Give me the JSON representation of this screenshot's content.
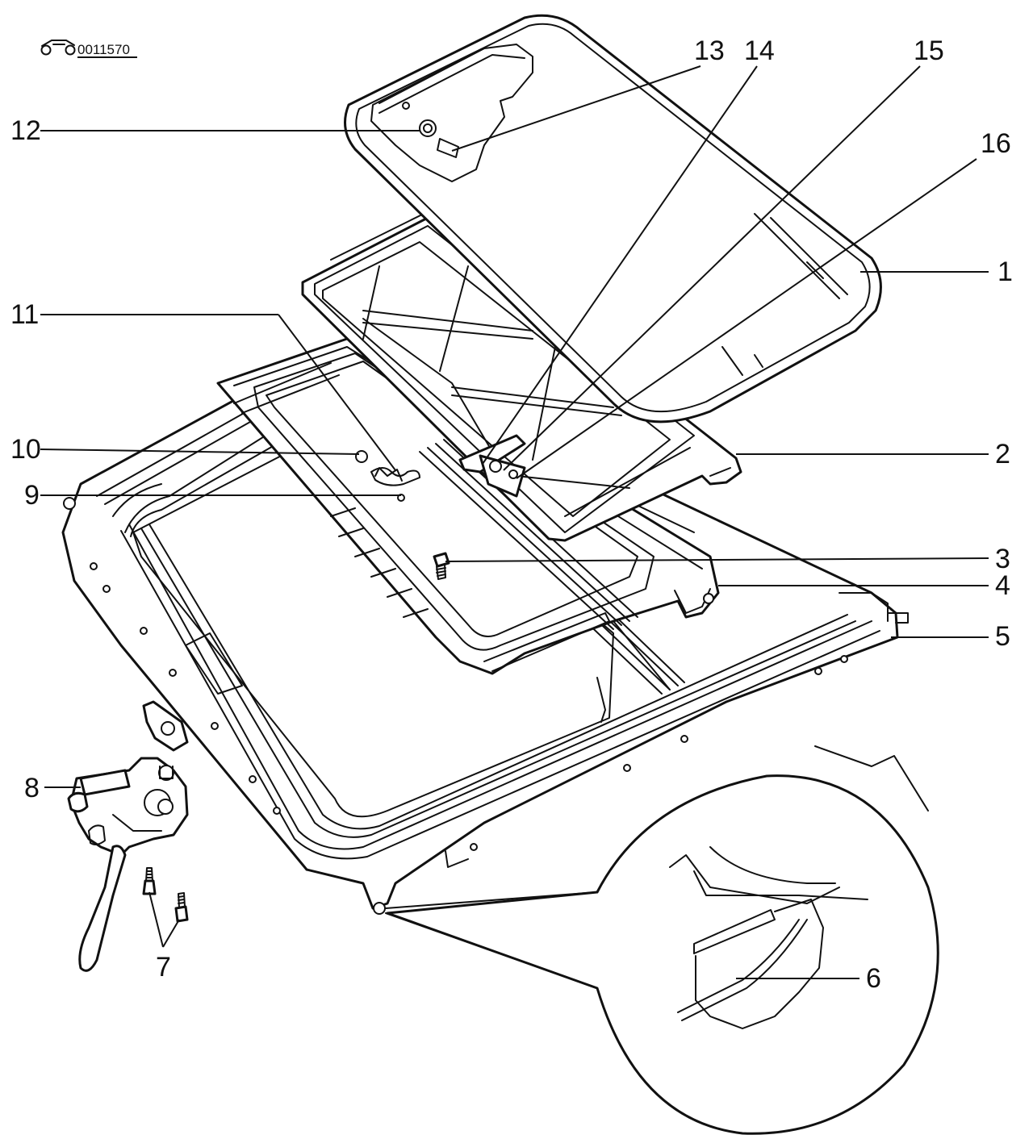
{
  "figure_code": "0011570",
  "callouts": [
    {
      "id": "c1",
      "text": "1"
    },
    {
      "id": "c2",
      "text": "2"
    },
    {
      "id": "c3",
      "text": "3"
    },
    {
      "id": "c4",
      "text": "4"
    },
    {
      "id": "c5",
      "text": "5"
    },
    {
      "id": "c6",
      "text": "6"
    },
    {
      "id": "c7",
      "text": "7"
    },
    {
      "id": "c8",
      "text": "8"
    },
    {
      "id": "c9",
      "text": "9"
    },
    {
      "id": "c10",
      "text": "10"
    },
    {
      "id": "c11",
      "text": "11"
    },
    {
      "id": "c12",
      "text": "12"
    },
    {
      "id": "c13",
      "text": "13"
    },
    {
      "id": "c14",
      "text": "14"
    },
    {
      "id": "c15",
      "text": "15"
    },
    {
      "id": "c16",
      "text": "16"
    }
  ]
}
